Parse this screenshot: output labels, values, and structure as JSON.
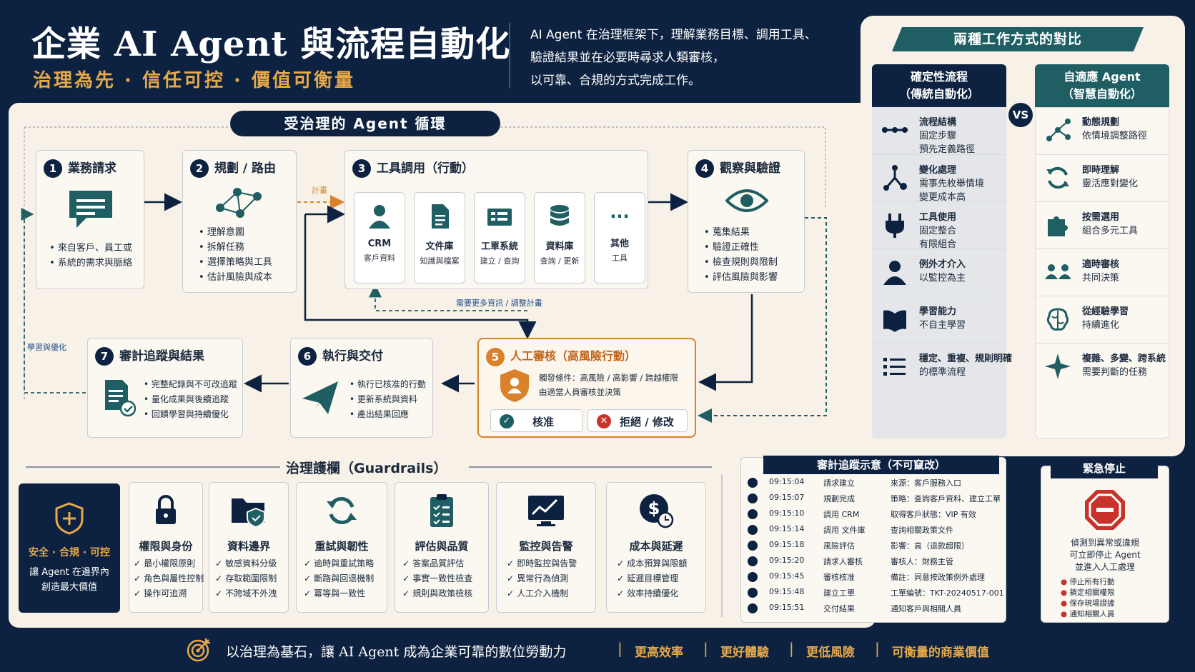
{
  "header": {
    "title": "企業 AI Agent 與流程自動化",
    "subtitle": "治理為先 · 信任可控 · 價值可衡量",
    "intro": [
      "AI Agent 在治理框架下，理解業務目標、調用工具、",
      "驗證結果並在必要時尋求人類審核，",
      "以可靠、合規的方式完成工作。"
    ]
  },
  "loop": {
    "title": "受治理的 Agent 循環",
    "steps": [
      {
        "num": "1",
        "title": "業務請求",
        "desc": [
          "來自客戶、員工或",
          "系統的需求與脈絡"
        ]
      },
      {
        "num": "2",
        "title": "規劃 / 路由",
        "bullets": [
          "理解意圖",
          "拆解任務",
          "選擇策略與工具",
          "估計風險與成本"
        ]
      },
      {
        "num": "3",
        "title": "工具調用（行動）",
        "tools": [
          {
            "name": "CRM",
            "sub": "客戶資料"
          },
          {
            "name": "文件庫",
            "sub": "知識與檔案"
          },
          {
            "name": "工單系統",
            "sub": "建立 / 查詢"
          },
          {
            "name": "資料庫",
            "sub": "查詢 / 更新"
          },
          {
            "name": "其他",
            "sub": "工具"
          }
        ]
      },
      {
        "num": "4",
        "title": "觀察與驗證",
        "bullets": [
          "蒐集結果",
          "驗證正確性",
          "檢查規則與限制",
          "評估風險與影響"
        ]
      },
      {
        "num": "5",
        "title": "人工審核（高風險行動）",
        "desc": [
          "觸發條件：高風險 / 高影響 / 跨越權限",
          "由適當人員審核並決策"
        ],
        "approve": "核准",
        "reject": "拒絕 / 修改"
      },
      {
        "num": "6",
        "title": "執行與交付",
        "bullets": [
          "執行已核准的行動",
          "更新系統與資料",
          "產出結果回應"
        ]
      },
      {
        "num": "7",
        "title": "審計追蹤與結果",
        "bullets": [
          "完整紀錄與不可改追蹤",
          "量化成果與後續追蹤",
          "回饋學習與持續優化"
        ]
      }
    ],
    "label_plan": "計畫",
    "label_more": "需要更多資訊 / 調整計畫",
    "label_learn": "學習與優化"
  },
  "guardrails": {
    "title": "治理護欄（Guardrails）",
    "intro": {
      "title": "安全 · 合規 · 可控",
      "text": [
        "讓 Agent 在邊界內",
        "創造最大價值"
      ]
    },
    "items": [
      {
        "title": "權限與身份",
        "lines": [
          "最小權限原則",
          "角色與屬性控制",
          "操作可追溯"
        ]
      },
      {
        "title": "資料邊界",
        "lines": [
          "敏感資料分級",
          "存取範圍限制",
          "不跨域不外洩"
        ]
      },
      {
        "title": "重試與韌性",
        "lines": [
          "逾時與重試策略",
          "斷路與回退機制",
          "冪等與一致性"
        ]
      },
      {
        "title": "評估與品質",
        "lines": [
          "答案品質評估",
          "事實一致性檢查",
          "規則與政策檢核"
        ]
      },
      {
        "title": "監控與告警",
        "lines": [
          "即時監控與告警",
          "異常行為偵測",
          "人工介入機制"
        ]
      },
      {
        "title": "成本與延遲",
        "lines": [
          "成本預算與限額",
          "延遲目標管理",
          "效率持續優化"
        ]
      }
    ]
  },
  "compare": {
    "title": "兩種工作方式的對比",
    "vs": "VS",
    "left_head": [
      "確定性流程",
      "（傳統自動化）"
    ],
    "right_head": [
      "自適應 Agent",
      "（智慧自動化）"
    ],
    "left": [
      {
        "title": "流程結構",
        "lines": [
          "固定步驟",
          "預先定義路徑"
        ]
      },
      {
        "title": "變化處理",
        "lines": [
          "需事先枚舉情境",
          "變更成本高"
        ]
      },
      {
        "title": "工具使用",
        "lines": [
          "固定整合",
          "有限組合"
        ]
      },
      {
        "title": "例外才介入",
        "lines": [
          "以監控為主"
        ]
      },
      {
        "title": "學習能力",
        "lines": [
          "不自主學習"
        ]
      },
      {
        "title": "穩定、重複、規則明確",
        "lines": [
          "的標準流程"
        ]
      }
    ],
    "right": [
      {
        "title": "動態規劃",
        "lines": [
          "依情境調整路徑"
        ]
      },
      {
        "title": "即時理解",
        "lines": [
          "靈活應對變化"
        ]
      },
      {
        "title": "按需選用",
        "lines": [
          "組合多元工具"
        ]
      },
      {
        "title": "適時審核",
        "lines": [
          "共同決策"
        ]
      },
      {
        "title": "從經驗學習",
        "lines": [
          "持續進化"
        ]
      },
      {
        "title": "複雜、多變、跨系統",
        "lines": [
          "需要判斷的任務"
        ]
      }
    ]
  },
  "audit": {
    "title": "審計追蹤示意（不可竄改）",
    "rows": [
      {
        "time": "09:15:04",
        "event": "請求建立",
        "detail": "來源：客戶服務入口"
      },
      {
        "time": "09:15:07",
        "event": "規劃完成",
        "detail": "策略：查詢客戶資料、建立工單"
      },
      {
        "time": "09:15:10",
        "event": "調用 CRM",
        "detail": "取得客戶狀態：VIP 有效"
      },
      {
        "time": "09:15:14",
        "event": "調用 文件庫",
        "detail": "查詢相關政策文件"
      },
      {
        "time": "09:15:18",
        "event": "風險評估",
        "detail": "影響：高（退款超限）"
      },
      {
        "time": "09:15:20",
        "event": "請求人審核",
        "detail": "審核人：財務主管"
      },
      {
        "time": "09:15:45",
        "event": "審核核准",
        "detail": "備註：同意按政策例外處理"
      },
      {
        "time": "09:15:48",
        "event": "建立工單",
        "detail": "工單編號：TKT-20240517-001"
      },
      {
        "time": "09:15:51",
        "event": "交付結果",
        "detail": "通知客戶與相關人員"
      }
    ]
  },
  "stop": {
    "title": "緊急停止",
    "desc": [
      "偵測到異常或違規",
      "可立即停止 Agent",
      "並進入人工處理"
    ],
    "bullets": [
      "停止所有行動",
      "鎖定相關權限",
      "保存現場證據",
      "通知相關人員"
    ]
  },
  "footer": {
    "text": "以治理為基石，讓 AI Agent 成為企業可靠的數位勞動力",
    "values": [
      "更高效率",
      "更好體驗",
      "更低風險",
      "可衡量的商業價值"
    ]
  },
  "colors": {
    "navy": "#0d2240",
    "gold": "#e6a94a",
    "teal": "#1f5e63",
    "orange": "#d9822b",
    "red": "#c8322b"
  }
}
